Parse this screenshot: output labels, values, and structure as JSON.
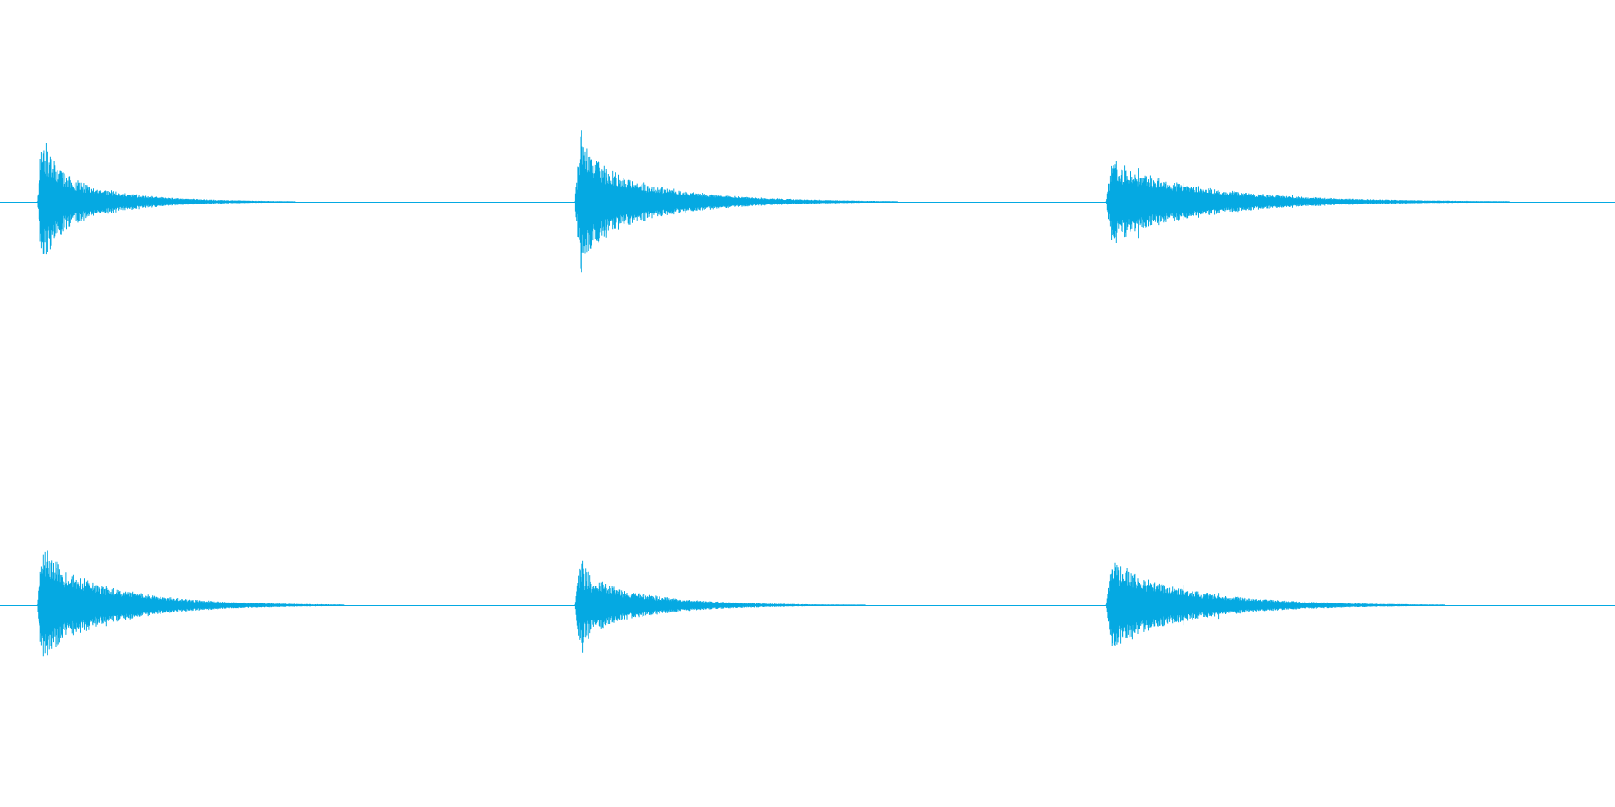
{
  "colors": {
    "background": "#ffffff",
    "waveform": "#05a9e2",
    "baseline": "#05a9e2"
  },
  "channels": [
    {
      "name": "",
      "bursts": [
        {
          "onset": 0.023,
          "peak_amplitude": 0.98,
          "sustain_amplitude": 0.45,
          "decay_length": 0.16,
          "attack_spikiness": 0.8
        },
        {
          "onset": 0.356,
          "peak_amplitude": 0.95,
          "sustain_amplitude": 0.55,
          "decay_length": 0.2,
          "attack_spikiness": 0.7
        },
        {
          "onset": 0.685,
          "peak_amplitude": 0.52,
          "sustain_amplitude": 0.48,
          "decay_length": 0.25,
          "attack_spikiness": 0.2
        }
      ]
    },
    {
      "name": "",
      "bursts": [
        {
          "onset": 0.023,
          "peak_amplitude": 0.88,
          "sustain_amplitude": 0.62,
          "decay_length": 0.19,
          "attack_spikiness": 0.4
        },
        {
          "onset": 0.356,
          "peak_amplitude": 0.64,
          "sustain_amplitude": 0.38,
          "decay_length": 0.18,
          "attack_spikiness": 0.6
        },
        {
          "onset": 0.685,
          "peak_amplitude": 0.62,
          "sustain_amplitude": 0.55,
          "decay_length": 0.21,
          "attack_spikiness": 0.3
        }
      ]
    }
  ]
}
